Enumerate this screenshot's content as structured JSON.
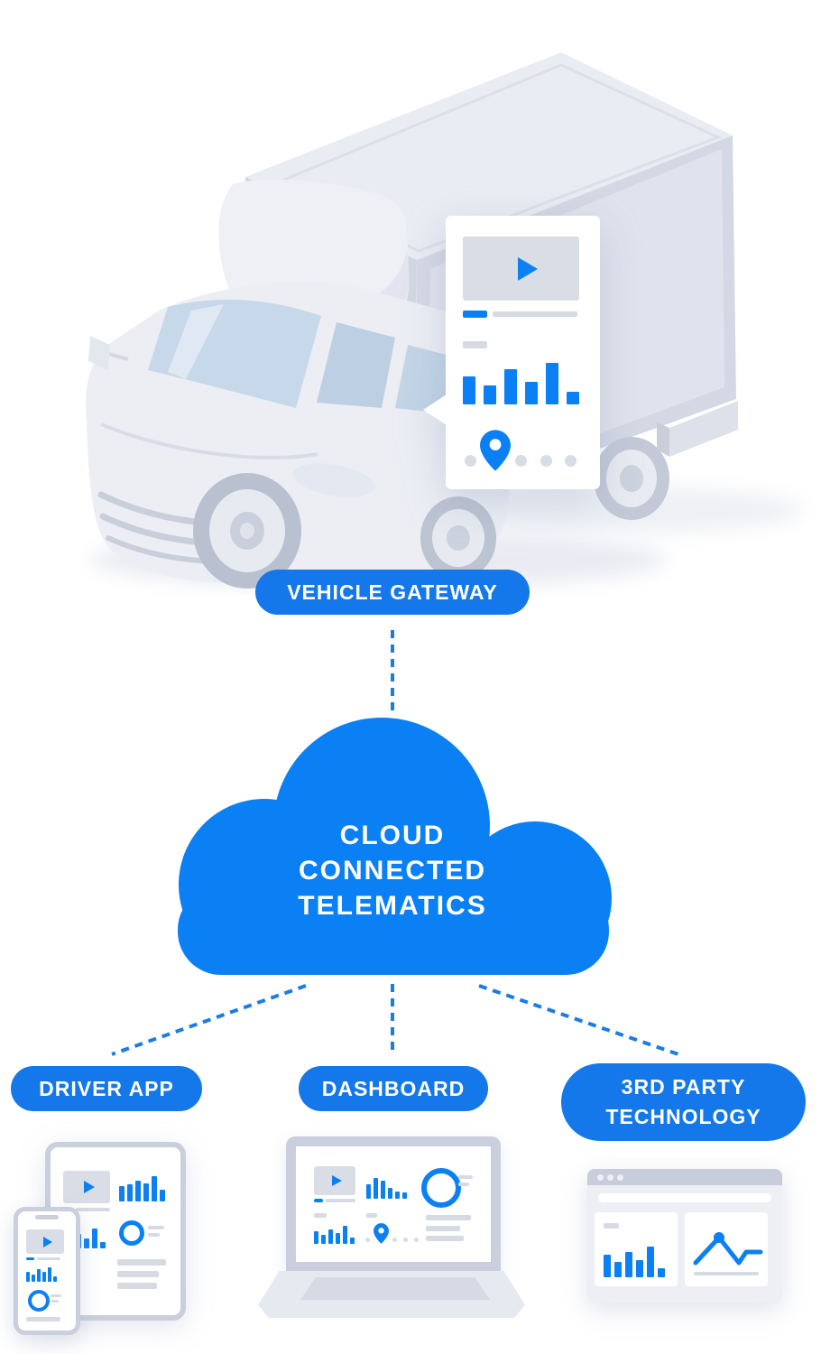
{
  "vehicle_gateway": {
    "label": "VEHICLE GATEWAY"
  },
  "cloud": {
    "line1": "CLOUD",
    "line2": "CONNECTED",
    "line3": "TELEMATICS"
  },
  "outputs": {
    "driver_app": {
      "label": "DRIVER APP"
    },
    "dashboard": {
      "label": "DASHBOARD"
    },
    "third_party": {
      "line1": "3RD PARTY",
      "line2": "TECHNOLOGY"
    }
  },
  "colors": {
    "accent_blue": "#0b80f4",
    "pill_blue": "#1478ea",
    "connector_blue": "#1c7ce2",
    "truck_body_gray": "#eceef4",
    "panel_gray": "#d7dbe4",
    "glass_blue": "#c6d8e9",
    "device_frame_gray": "#c9cfdc"
  },
  "icons": [
    "play-icon",
    "map-pin-icon",
    "bar-chart-icon",
    "donut-chart-icon",
    "line-chart-icon",
    "browser-dots-icon",
    "video-thumbnail-icon"
  ]
}
